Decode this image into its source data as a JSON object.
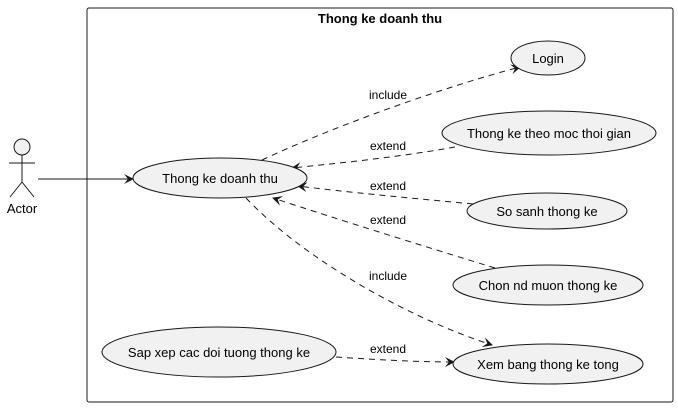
{
  "diagram": {
    "system_title": "Thong ke doanh thu",
    "actor": {
      "label": "Actor"
    },
    "use_cases": {
      "main": "Thong ke doanh thu",
      "login": "Login",
      "by_time": "Thong ke theo moc thoi gian",
      "compare": "So sanh thong ke",
      "choose": "Chon nd muon thong ke",
      "view_table": "Xem bang thong ke tong",
      "sort": "Sap xep cac doi tuong thong ke"
    },
    "relations": {
      "main_login": "include",
      "by_time_main": "extend",
      "compare_main": "extend",
      "choose_main": "extend",
      "main_view": "include",
      "sort_view": "extend"
    },
    "colors": {
      "usecase_fill": "#f1f1f1",
      "line": "#181818",
      "background": "#ffffff"
    }
  }
}
